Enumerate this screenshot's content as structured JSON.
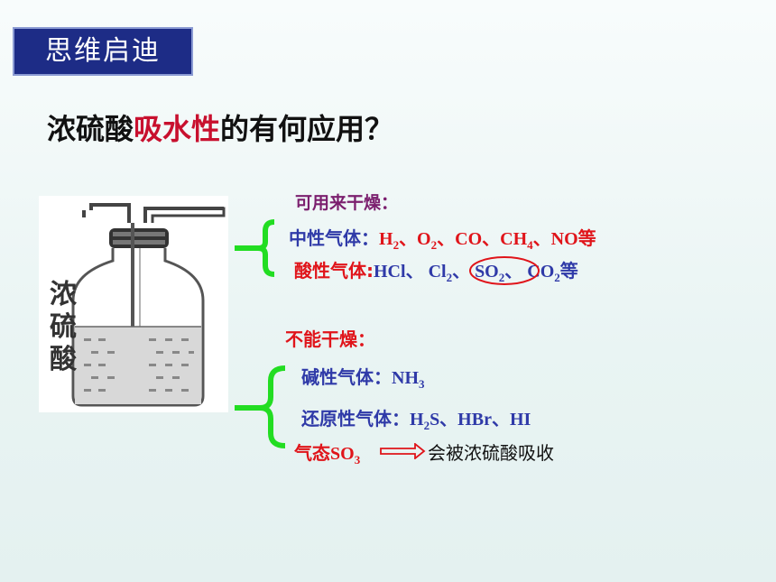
{
  "header": {
    "badge": "思维启迪"
  },
  "question": {
    "prefix": "浓硫酸",
    "highlight": "吸水性",
    "suffix": "的有何应用？"
  },
  "illustration": {
    "label": "浓硫酸",
    "icon": "gas-washing-bottle"
  },
  "can_dry": {
    "title": "可用来干燥：",
    "neutral": {
      "label": "中性气体：",
      "gases": "H2、O2、CO、CH4、NO等"
    },
    "acidic": {
      "label": "酸性气体:",
      "gases": "HCl、 Cl2、 SO2、 CO2等"
    }
  },
  "cannot_dry": {
    "title": "不能干燥：",
    "basic": {
      "label": "碱性气体：",
      "gases": "NH3"
    },
    "reducing": {
      "label": "还原性气体：",
      "gases": "H2S、HBr、HI"
    },
    "so3": {
      "label": "气态SO3",
      "note": "会被浓硫酸吸收"
    }
  },
  "colors": {
    "badge_bg": "#1d2c86",
    "highlight": "#c8102e",
    "red_text": "#e0141a",
    "blue_text": "#2f3aa8",
    "purple_text": "#7b1f6e",
    "bracket_green": "#22dd22"
  }
}
